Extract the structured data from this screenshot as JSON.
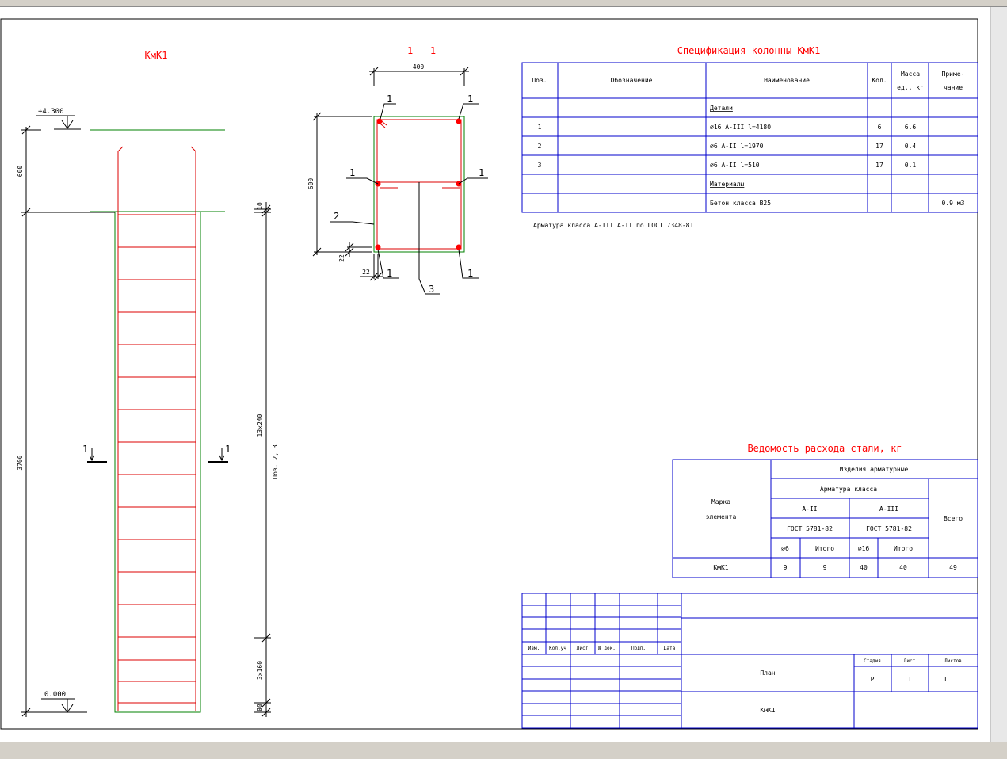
{
  "colors": {
    "frame": "#000000",
    "table_lines": "#0000cc",
    "titles": "#ff0000",
    "rebar": "#dd0000",
    "concrete_outline": "#008000",
    "dimension": "#000000"
  },
  "elevation": {
    "title": "КмК1",
    "top_mark": "+4.300",
    "bottom_mark": "0.000",
    "dim_left_upper": "600",
    "dim_left_lower": "3700",
    "dim_right_top": "10",
    "dim_right_middle": "13x240",
    "dim_right_lower": "3x160",
    "dim_right_bottom": "80",
    "positions_note": "Поз. 2, 3",
    "section_mark_left": "1",
    "section_mark_right": "1"
  },
  "section": {
    "title": "1 - 1",
    "width_dim": "400",
    "height_dim": "600",
    "cover_vertical": "22",
    "cover_horizontal": "22",
    "labels": [
      "1",
      "1",
      "1",
      "1",
      "1",
      "1",
      "2",
      "3"
    ]
  },
  "spec_table": {
    "title": "Спецификация колонны КмК1",
    "headers": [
      "Поз.",
      "Обозначение",
      "Наименование",
      "Кол.",
      "Масса ед., кг",
      "Приме-чание"
    ],
    "header_mass_line1": "Масса",
    "header_mass_line2": "ед., кг",
    "header_note_line1": "Приме-",
    "header_note_line2": "чание",
    "rows": [
      {
        "pos": "",
        "designation": "",
        "name": "Детали",
        "qty": "",
        "mass": "",
        "note": ""
      },
      {
        "pos": "1",
        "designation": "",
        "name": "⌀16 А-III l=4180",
        "qty": "6",
        "mass": "6.6",
        "note": ""
      },
      {
        "pos": "2",
        "designation": "",
        "name": "⌀6 А-II l=1970",
        "qty": "17",
        "mass": "0.4",
        "note": ""
      },
      {
        "pos": "3",
        "designation": "",
        "name": "⌀6 А-II l=510",
        "qty": "17",
        "mass": "0.1",
        "note": ""
      },
      {
        "pos": "",
        "designation": "",
        "name": "Материалы",
        "qty": "",
        "mass": "",
        "note": ""
      },
      {
        "pos": "",
        "designation": "",
        "name": "Бетон класса В25",
        "qty": "",
        "mass": "",
        "note": "0.9 м3"
      }
    ],
    "footnote": "Арматура класса А-III А-II по ГОСТ 7348-81"
  },
  "steel_table": {
    "title": "Ведомость расхода стали, кг",
    "mark_header_line1": "Марка",
    "mark_header_line2": "элемента",
    "products_header": "Изделия арматурные",
    "rebar_class_header": "Арматура класса",
    "class_a2": "А-II",
    "class_a3": "А-III",
    "gost_a2": "ГОСТ 5781-82",
    "gost_a3": "ГОСТ 5781-82",
    "total_header": "Всего",
    "dia_a2": "⌀6",
    "dia_a3": "⌀16",
    "subtotal_a2": "Итого",
    "subtotal_a3": "Итого",
    "row": {
      "mark": "КмК1",
      "a2_d6": "9",
      "a2_total": "9",
      "a3_d16": "40",
      "a3_total": "40",
      "total": "49"
    }
  },
  "title_block": {
    "col_headers": [
      "Изм.",
      "Кол.уч",
      "Лист",
      "№ док.",
      "Подп.",
      "Дата"
    ],
    "stage_header": "Стадия",
    "sheet_header": "Лист",
    "sheets_header": "Листов",
    "stage": "Р",
    "sheet": "1",
    "sheets": "1",
    "plan_label": "План",
    "mark_label": "КмК1"
  }
}
